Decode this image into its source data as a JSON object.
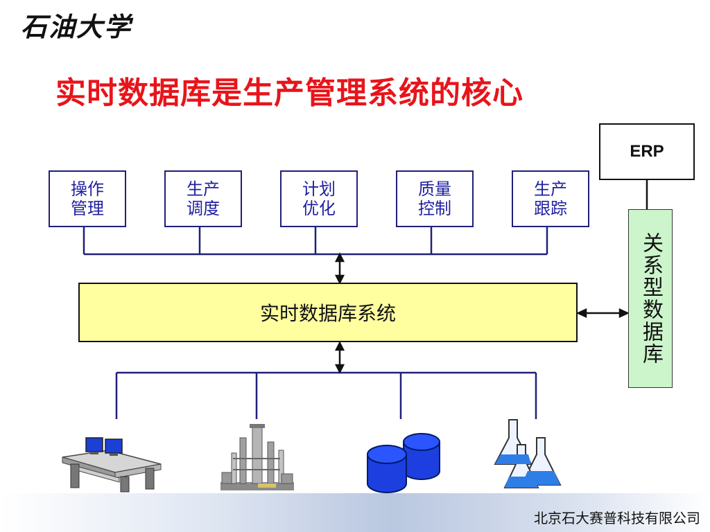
{
  "logo_text": "石油大学",
  "title": "实时数据库是生产管理系统的核心",
  "modules": [
    {
      "line1": "操作",
      "line2": "管理"
    },
    {
      "line1": "生产",
      "line2": "调度"
    },
    {
      "line1": "计划",
      "line2": "优化"
    },
    {
      "line1": "质量",
      "line2": "控制"
    },
    {
      "line1": "生产",
      "line2": "跟踪"
    }
  ],
  "core_system": "实时数据库系统",
  "erp": "ERP",
  "relational_db": "关系型数据库",
  "company": "北京石大赛普科技有限公司",
  "colors": {
    "title": "#e8141a",
    "module_text": "#1f1fa0",
    "line": "#1f1f7a",
    "core_fill": "#ffffa0",
    "rdb_fill": "#ccf5cc",
    "db_blue": "#0033cc"
  },
  "icons": [
    "control-console-icon",
    "refinery-tower-icon",
    "database-cylinders-icon",
    "lab-flasks-icon"
  ]
}
